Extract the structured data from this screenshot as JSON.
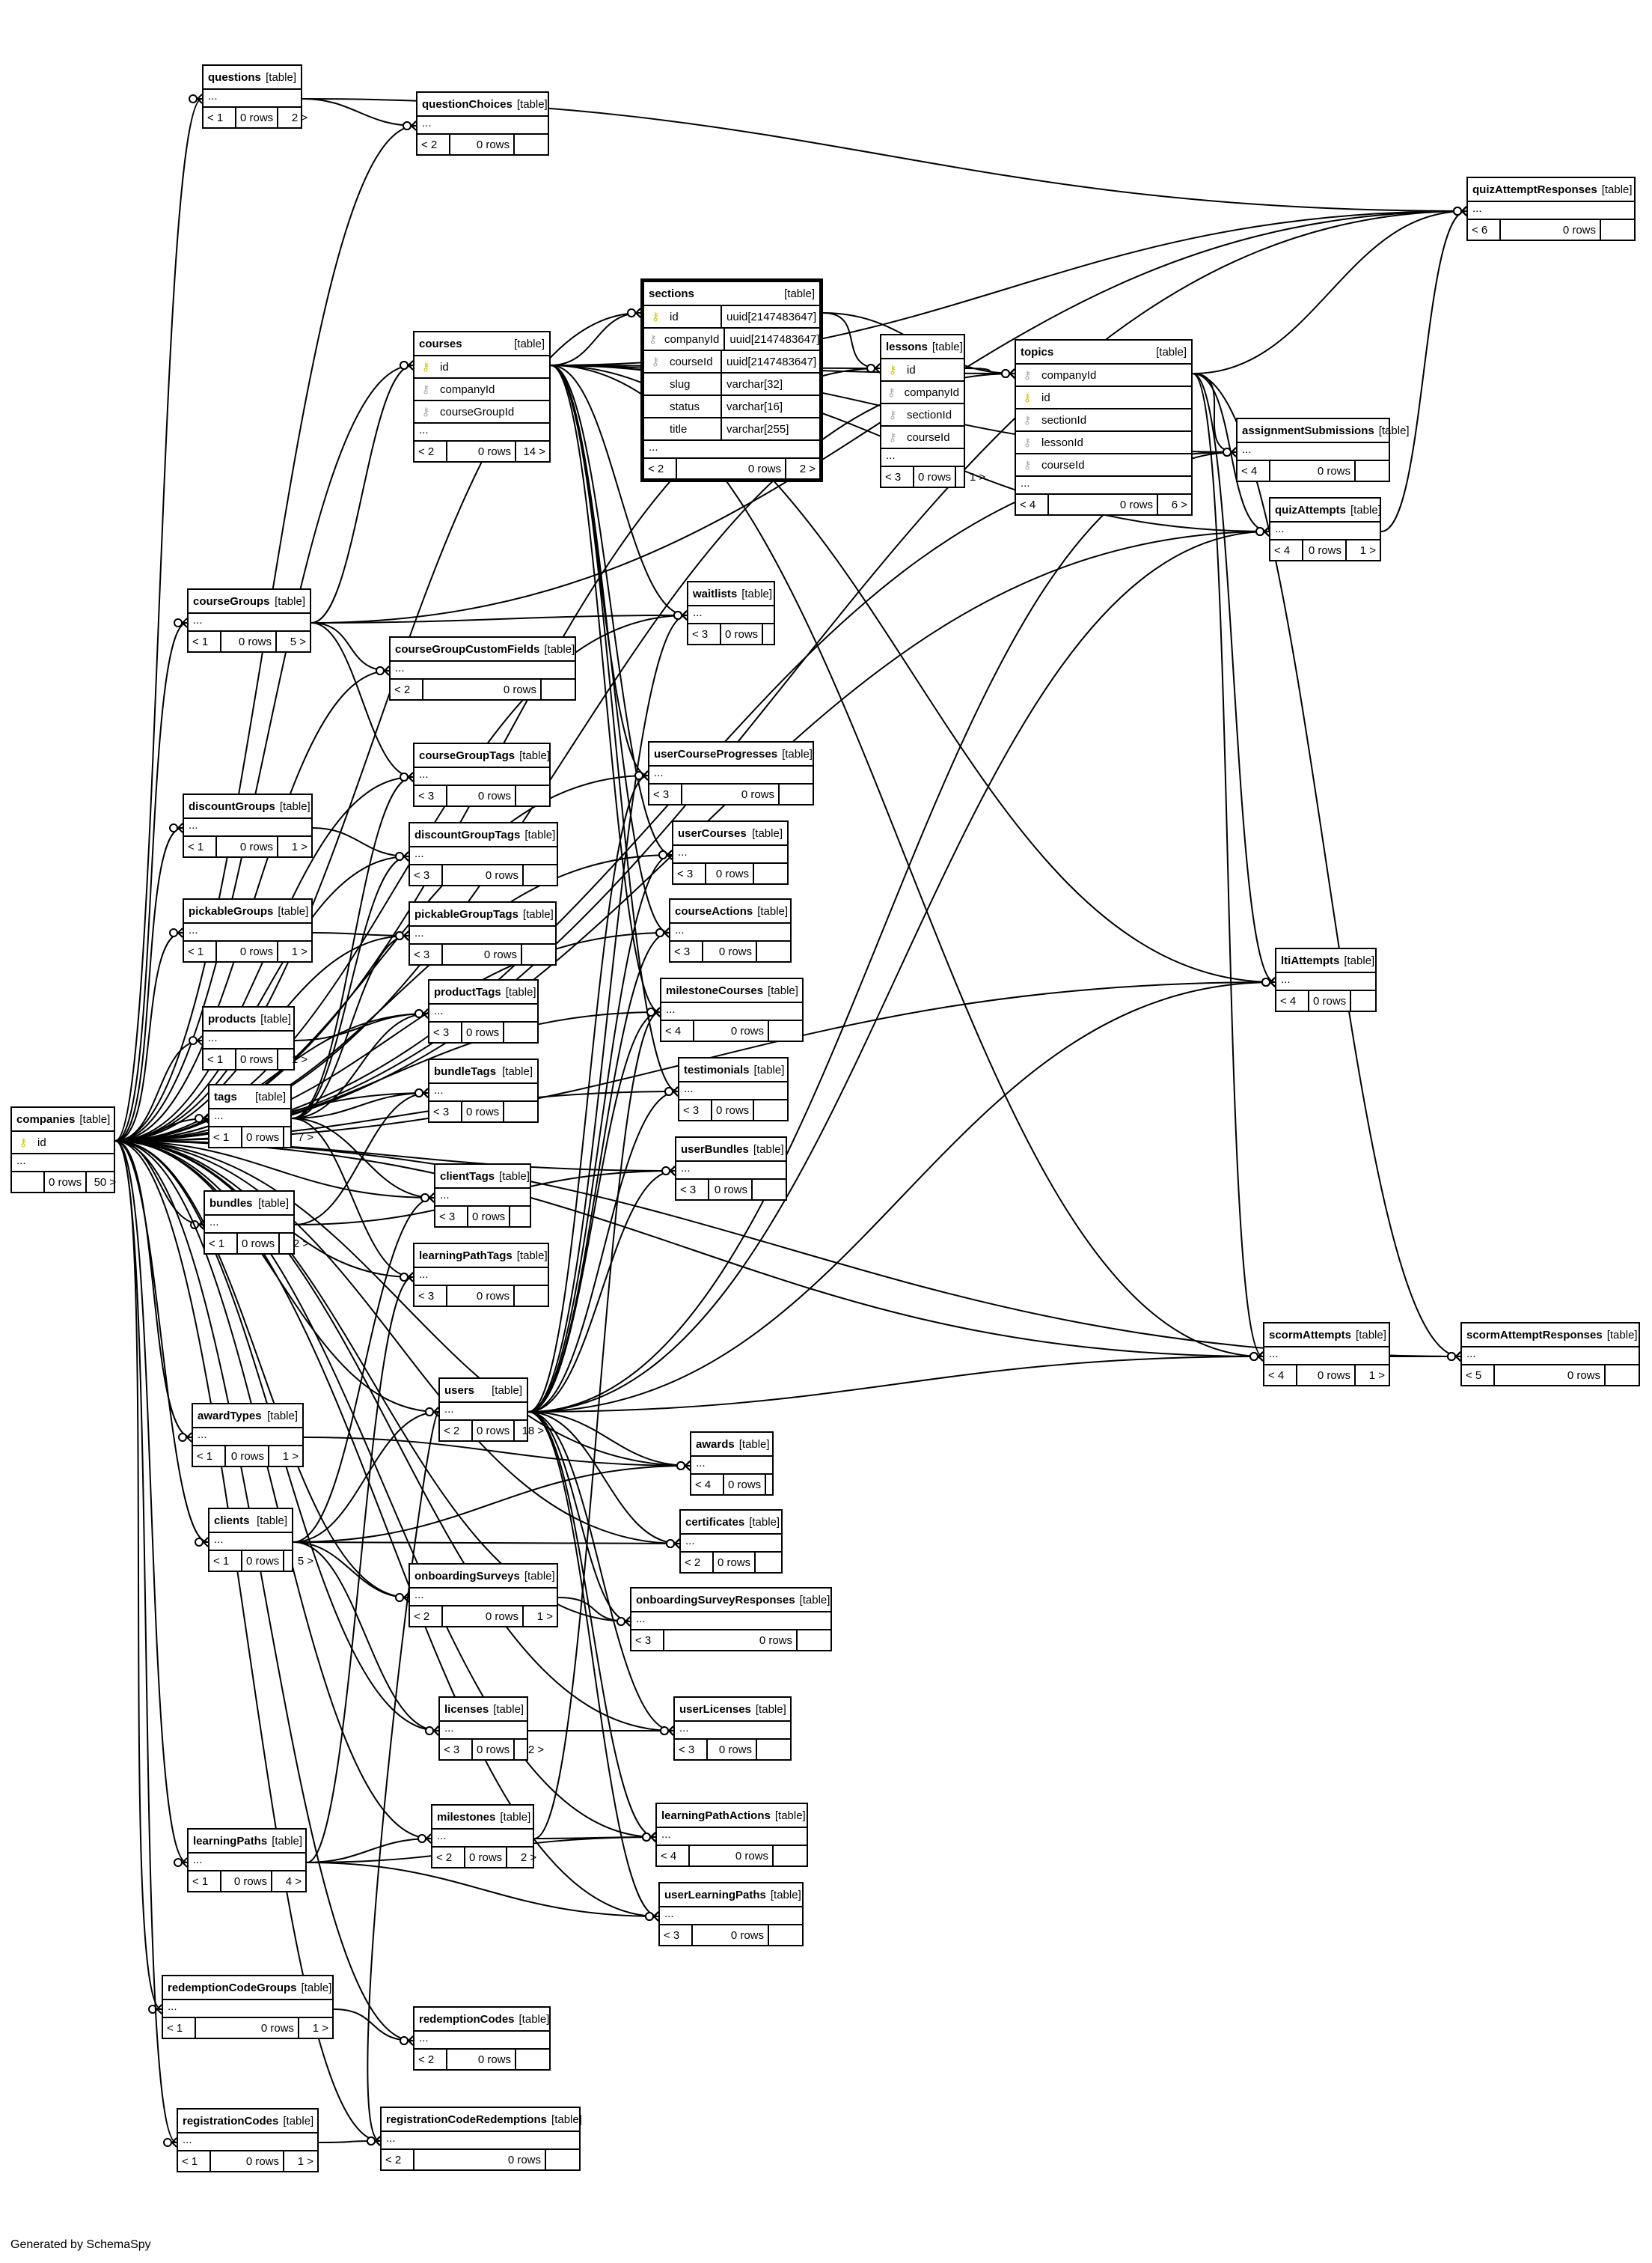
{
  "footer_text": "Generated by SchemaSpy",
  "type_label": "[table]",
  "rows_label": "0 rows",
  "ellipsis": "...",
  "key_icons": {
    "pk": "gold-key-icon",
    "fk": "gray-key-icon"
  },
  "tables": [
    {
      "id": "questions",
      "name": "questions",
      "parents": "< 1",
      "children": "2 >"
    },
    {
      "id": "questionChoices",
      "name": "questionChoices",
      "parents": "< 2",
      "children": ""
    },
    {
      "id": "quizAttemptResponses",
      "name": "quizAttemptResponses",
      "parents": "< 6",
      "children": ""
    },
    {
      "id": "sections",
      "name": "sections",
      "parents": "< 2",
      "children": "2 >",
      "columns": [
        {
          "key": "pk",
          "name": "id",
          "type": "uuid[2147483647]"
        },
        {
          "key": "fk",
          "name": "companyId",
          "type": "uuid[2147483647]"
        },
        {
          "key": "fk",
          "name": "courseId",
          "type": "uuid[2147483647]"
        },
        {
          "key": "",
          "name": "slug",
          "type": "varchar[32]"
        },
        {
          "key": "",
          "name": "status",
          "type": "varchar[16]"
        },
        {
          "key": "",
          "name": "title",
          "type": "varchar[255]"
        }
      ]
    },
    {
      "id": "courses",
      "name": "courses",
      "parents": "< 2",
      "children": "14 >",
      "columns": [
        {
          "key": "pk",
          "name": "id"
        },
        {
          "key": "fk",
          "name": "companyId"
        },
        {
          "key": "fk",
          "name": "courseGroupId"
        }
      ]
    },
    {
      "id": "lessons",
      "name": "lessons",
      "parents": "< 3",
      "children": "1 >",
      "columns": [
        {
          "key": "pk",
          "name": "id"
        },
        {
          "key": "fk",
          "name": "companyId"
        },
        {
          "key": "fk",
          "name": "sectionId"
        },
        {
          "key": "fk",
          "name": "courseId"
        }
      ]
    },
    {
      "id": "topics",
      "name": "topics",
      "parents": "< 4",
      "children": "6 >",
      "columns": [
        {
          "key": "fk",
          "name": "companyId"
        },
        {
          "key": "pk",
          "name": "id"
        },
        {
          "key": "fk",
          "name": "sectionId"
        },
        {
          "key": "fk",
          "name": "lessonId"
        },
        {
          "key": "fk",
          "name": "courseId"
        }
      ]
    },
    {
      "id": "assignmentSubmissions",
      "name": "assignmentSubmissions",
      "parents": "< 4",
      "children": ""
    },
    {
      "id": "quizAttempts",
      "name": "quizAttempts",
      "parents": "< 4",
      "children": "1 >"
    },
    {
      "id": "courseGroups",
      "name": "courseGroups",
      "parents": "< 1",
      "children": "5 >"
    },
    {
      "id": "waitlists",
      "name": "waitlists",
      "parents": "< 3",
      "children": ""
    },
    {
      "id": "courseGroupCustomFields",
      "name": "courseGroupCustomFields",
      "parents": "< 2",
      "children": ""
    },
    {
      "id": "courseGroupTags",
      "name": "courseGroupTags",
      "parents": "< 3",
      "children": ""
    },
    {
      "id": "userCourseProgresses",
      "name": "userCourseProgresses",
      "parents": "< 3",
      "children": ""
    },
    {
      "id": "discountGroups",
      "name": "discountGroups",
      "parents": "< 1",
      "children": "1 >"
    },
    {
      "id": "discountGroupTags",
      "name": "discountGroupTags",
      "parents": "< 3",
      "children": ""
    },
    {
      "id": "userCourses",
      "name": "userCourses",
      "parents": "< 3",
      "children": ""
    },
    {
      "id": "pickableGroups",
      "name": "pickableGroups",
      "parents": "< 1",
      "children": "1 >"
    },
    {
      "id": "pickableGroupTags",
      "name": "pickableGroupTags",
      "parents": "< 3",
      "children": ""
    },
    {
      "id": "courseActions",
      "name": "courseActions",
      "parents": "< 3",
      "children": ""
    },
    {
      "id": "ltiAttempts",
      "name": "ltiAttempts",
      "parents": "< 4",
      "children": ""
    },
    {
      "id": "products",
      "name": "products",
      "parents": "< 1",
      "children": "1 >"
    },
    {
      "id": "productTags",
      "name": "productTags",
      "parents": "< 3",
      "children": ""
    },
    {
      "id": "milestoneCourses",
      "name": "milestoneCourses",
      "parents": "< 4",
      "children": ""
    },
    {
      "id": "tags",
      "name": "tags",
      "parents": "< 1",
      "children": "7 >"
    },
    {
      "id": "bundleTags",
      "name": "bundleTags",
      "parents": "< 3",
      "children": ""
    },
    {
      "id": "testimonials",
      "name": "testimonials",
      "parents": "< 3",
      "children": ""
    },
    {
      "id": "companies",
      "name": "companies",
      "parents": "",
      "children": "50 >",
      "columns": [
        {
          "key": "pk",
          "name": "id"
        }
      ]
    },
    {
      "id": "userBundles",
      "name": "userBundles",
      "parents": "< 3",
      "children": ""
    },
    {
      "id": "bundles",
      "name": "bundles",
      "parents": "< 1",
      "children": "2 >"
    },
    {
      "id": "clientTags",
      "name": "clientTags",
      "parents": "< 3",
      "children": ""
    },
    {
      "id": "learningPathTags",
      "name": "learningPathTags",
      "parents": "< 3",
      "children": ""
    },
    {
      "id": "scormAttempts",
      "name": "scormAttempts",
      "parents": "< 4",
      "children": "1 >"
    },
    {
      "id": "scormAttemptResponses",
      "name": "scormAttemptResponses",
      "parents": "< 5",
      "children": ""
    },
    {
      "id": "users",
      "name": "users",
      "parents": "< 2",
      "children": "18 >"
    },
    {
      "id": "awardTypes",
      "name": "awardTypes",
      "parents": "< 1",
      "children": "1 >"
    },
    {
      "id": "awards",
      "name": "awards",
      "parents": "< 4",
      "children": ""
    },
    {
      "id": "clients",
      "name": "clients",
      "parents": "< 1",
      "children": "5 >"
    },
    {
      "id": "certificates",
      "name": "certificates",
      "parents": "< 2",
      "children": ""
    },
    {
      "id": "onboardingSurveys",
      "name": "onboardingSurveys",
      "parents": "< 2",
      "children": "1 >"
    },
    {
      "id": "onboardingSurveyResponses",
      "name": "onboardingSurveyResponses",
      "parents": "< 3",
      "children": ""
    },
    {
      "id": "licenses",
      "name": "licenses",
      "parents": "< 3",
      "children": "2 >"
    },
    {
      "id": "userLicenses",
      "name": "userLicenses",
      "parents": "< 3",
      "children": ""
    },
    {
      "id": "milestones",
      "name": "milestones",
      "parents": "< 2",
      "children": "2 >"
    },
    {
      "id": "learningPathActions",
      "name": "learningPathActions",
      "parents": "< 4",
      "children": ""
    },
    {
      "id": "learningPaths",
      "name": "learningPaths",
      "parents": "< 1",
      "children": "4 >"
    },
    {
      "id": "userLearningPaths",
      "name": "userLearningPaths",
      "parents": "< 3",
      "children": ""
    },
    {
      "id": "redemptionCodeGroups",
      "name": "redemptionCodeGroups",
      "parents": "< 1",
      "children": "1 >"
    },
    {
      "id": "redemptionCodes",
      "name": "redemptionCodes",
      "parents": "< 2",
      "children": ""
    },
    {
      "id": "registrationCodes",
      "name": "registrationCodes",
      "parents": "< 1",
      "children": "1 >"
    },
    {
      "id": "registrationCodeRedemptions",
      "name": "registrationCodeRedemptions",
      "parents": "< 2",
      "children": ""
    }
  ],
  "relationships": [
    [
      "companies",
      "questions"
    ],
    [
      "companies",
      "questionChoices"
    ],
    [
      "companies",
      "quizAttemptResponses"
    ],
    [
      "companies",
      "sections"
    ],
    [
      "companies",
      "courses"
    ],
    [
      "companies",
      "lessons"
    ],
    [
      "companies",
      "topics"
    ],
    [
      "companies",
      "assignmentSubmissions"
    ],
    [
      "companies",
      "quizAttempts"
    ],
    [
      "companies",
      "courseGroups"
    ],
    [
      "companies",
      "waitlists"
    ],
    [
      "companies",
      "courseGroupCustomFields"
    ],
    [
      "companies",
      "courseGroupTags"
    ],
    [
      "companies",
      "userCourseProgresses"
    ],
    [
      "companies",
      "discountGroups"
    ],
    [
      "companies",
      "discountGroupTags"
    ],
    [
      "companies",
      "userCourses"
    ],
    [
      "companies",
      "pickableGroups"
    ],
    [
      "companies",
      "pickableGroupTags"
    ],
    [
      "companies",
      "courseActions"
    ],
    [
      "companies",
      "ltiAttempts"
    ],
    [
      "companies",
      "products"
    ],
    [
      "companies",
      "productTags"
    ],
    [
      "companies",
      "milestoneCourses"
    ],
    [
      "companies",
      "tags"
    ],
    [
      "companies",
      "bundleTags"
    ],
    [
      "companies",
      "testimonials"
    ],
    [
      "companies",
      "userBundles"
    ],
    [
      "companies",
      "bundles"
    ],
    [
      "companies",
      "clientTags"
    ],
    [
      "companies",
      "learningPathTags"
    ],
    [
      "companies",
      "scormAttempts"
    ],
    [
      "companies",
      "scormAttemptResponses"
    ],
    [
      "companies",
      "users"
    ],
    [
      "companies",
      "awardTypes"
    ],
    [
      "companies",
      "awards"
    ],
    [
      "companies",
      "clients"
    ],
    [
      "companies",
      "certificates"
    ],
    [
      "companies",
      "onboardingSurveys"
    ],
    [
      "companies",
      "onboardingSurveyResponses"
    ],
    [
      "companies",
      "licenses"
    ],
    [
      "companies",
      "userLicenses"
    ],
    [
      "companies",
      "milestones"
    ],
    [
      "companies",
      "learningPathActions"
    ],
    [
      "companies",
      "learningPaths"
    ],
    [
      "companies",
      "userLearningPaths"
    ],
    [
      "companies",
      "redemptionCodeGroups"
    ],
    [
      "companies",
      "redemptionCodes"
    ],
    [
      "companies",
      "registrationCodes"
    ],
    [
      "companies",
      "registrationCodeRedemptions"
    ],
    [
      "questions",
      "questionChoices"
    ],
    [
      "questions",
      "quizAttemptResponses"
    ],
    [
      "courseGroups",
      "courses"
    ],
    [
      "courseGroups",
      "courseGroupCustomFields"
    ],
    [
      "courseGroups",
      "courseGroupTags"
    ],
    [
      "courseGroups",
      "waitlists"
    ],
    [
      "courseGroups",
      "quizAttemptResponses"
    ],
    [
      "courses",
      "sections"
    ],
    [
      "courses",
      "lessons"
    ],
    [
      "courses",
      "topics"
    ],
    [
      "courses",
      "waitlists"
    ],
    [
      "courses",
      "userCourseProgresses"
    ],
    [
      "courses",
      "userCourses"
    ],
    [
      "courses",
      "courseActions"
    ],
    [
      "courses",
      "milestoneCourses"
    ],
    [
      "courses",
      "testimonials"
    ],
    [
      "courses",
      "assignmentSubmissions"
    ],
    [
      "courses",
      "quizAttempts"
    ],
    [
      "courses",
      "ltiAttempts"
    ],
    [
      "courses",
      "scormAttempts"
    ],
    [
      "courses",
      "quizAttemptResponses"
    ],
    [
      "sections",
      "lessons"
    ],
    [
      "sections",
      "topics"
    ],
    [
      "lessons",
      "topics"
    ],
    [
      "topics",
      "assignmentSubmissions"
    ],
    [
      "topics",
      "quizAttempts"
    ],
    [
      "topics",
      "ltiAttempts"
    ],
    [
      "topics",
      "scormAttempts"
    ],
    [
      "topics",
      "quizAttemptResponses"
    ],
    [
      "topics",
      "scormAttemptResponses"
    ],
    [
      "quizAttempts",
      "quizAttemptResponses"
    ],
    [
      "scormAttempts",
      "scormAttemptResponses"
    ],
    [
      "discountGroups",
      "discountGroupTags"
    ],
    [
      "pickableGroups",
      "pickableGroupTags"
    ],
    [
      "products",
      "productTags"
    ],
    [
      "bundles",
      "bundleTags"
    ],
    [
      "bundles",
      "userBundles"
    ],
    [
      "tags",
      "courseGroupTags"
    ],
    [
      "tags",
      "discountGroupTags"
    ],
    [
      "tags",
      "pickableGroupTags"
    ],
    [
      "tags",
      "productTags"
    ],
    [
      "tags",
      "bundleTags"
    ],
    [
      "tags",
      "clientTags"
    ],
    [
      "tags",
      "learningPathTags"
    ],
    [
      "clients",
      "clientTags"
    ],
    [
      "clients",
      "users"
    ],
    [
      "clients",
      "awards"
    ],
    [
      "clients",
      "certificates"
    ],
    [
      "clients",
      "onboardingSurveys"
    ],
    [
      "clients",
      "licenses"
    ],
    [
      "users",
      "waitlists"
    ],
    [
      "users",
      "userCourseProgresses"
    ],
    [
      "users",
      "userCourses"
    ],
    [
      "users",
      "courseActions"
    ],
    [
      "users",
      "milestoneCourses"
    ],
    [
      "users",
      "testimonials"
    ],
    [
      "users",
      "userBundles"
    ],
    [
      "users",
      "assignmentSubmissions"
    ],
    [
      "users",
      "quizAttempts"
    ],
    [
      "users",
      "ltiAttempts"
    ],
    [
      "users",
      "scormAttempts"
    ],
    [
      "users",
      "awards"
    ],
    [
      "users",
      "certificates"
    ],
    [
      "users",
      "onboardingSurveyResponses"
    ],
    [
      "users",
      "userLicenses"
    ],
    [
      "users",
      "learningPathActions"
    ],
    [
      "users",
      "userLearningPaths"
    ],
    [
      "users",
      "registrationCodeRedemptions"
    ],
    [
      "awardTypes",
      "awards"
    ],
    [
      "onboardingSurveys",
      "onboardingSurveyResponses"
    ],
    [
      "licenses",
      "userLicenses"
    ],
    [
      "milestones",
      "milestoneCourses"
    ],
    [
      "milestones",
      "learningPathActions"
    ],
    [
      "learningPaths",
      "learningPathTags"
    ],
    [
      "learningPaths",
      "milestones"
    ],
    [
      "learningPaths",
      "learningPathActions"
    ],
    [
      "learningPaths",
      "userLearningPaths"
    ],
    [
      "redemptionCodeGroups",
      "redemptionCodes"
    ],
    [
      "registrationCodes",
      "registrationCodeRedemptions"
    ]
  ]
}
